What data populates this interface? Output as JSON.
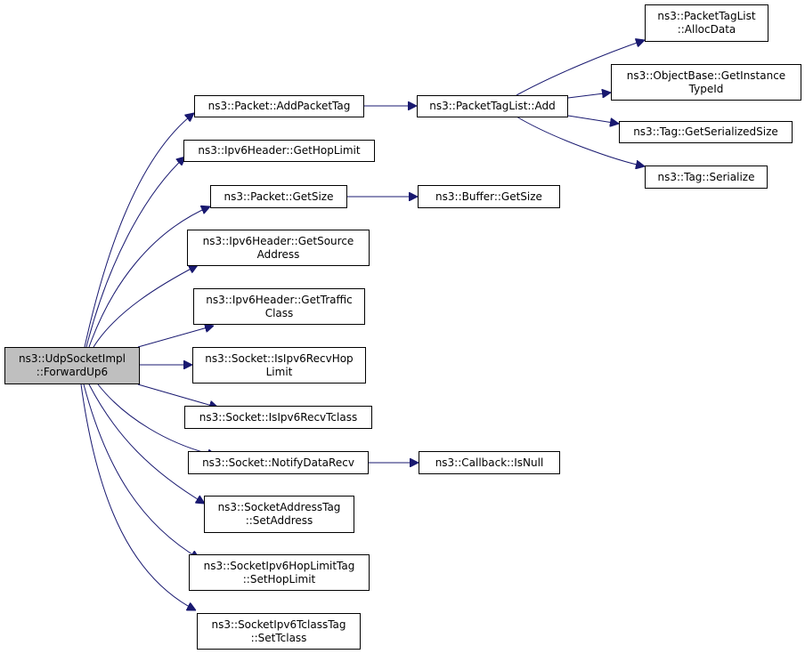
{
  "diagram": {
    "type": "call-graph",
    "edge_color": "#191970",
    "root_fill": "#bfbfbf",
    "nodes": {
      "forward_up6": {
        "line1": "ns3::UdpSocketImpl",
        "line2": "::ForwardUp6"
      },
      "add_packet_tag": {
        "line1": "ns3::Packet::AddPacketTag",
        "line2": ""
      },
      "get_hop_limit": {
        "line1": "ns3::Ipv6Header::GetHopLimit",
        "line2": ""
      },
      "packet_get_size": {
        "line1": "ns3::Packet::GetSize",
        "line2": ""
      },
      "get_source_address": {
        "line1": "ns3::Ipv6Header::GetSource",
        "line2": "Address"
      },
      "get_traffic_class": {
        "line1": "ns3::Ipv6Header::GetTraffic",
        "line2": "Class"
      },
      "is_recv_hop_limit": {
        "line1": "ns3::Socket::IsIpv6RecvHop",
        "line2": "Limit"
      },
      "is_recv_tclass": {
        "line1": "ns3::Socket::IsIpv6RecvTclass",
        "line2": ""
      },
      "notify_data_recv": {
        "line1": "ns3::Socket::NotifyDataRecv",
        "line2": ""
      },
      "set_address": {
        "line1": "ns3::SocketAddressTag",
        "line2": "::SetAddress"
      },
      "set_hop_limit": {
        "line1": "ns3::SocketIpv6HopLimitTag",
        "line2": "::SetHopLimit"
      },
      "set_tclass": {
        "line1": "ns3::SocketIpv6TclassTag",
        "line2": "::SetTclass"
      },
      "tag_list_add": {
        "line1": "ns3::PacketTagList::Add",
        "line2": ""
      },
      "buffer_get_size": {
        "line1": "ns3::Buffer::GetSize",
        "line2": ""
      },
      "callback_is_null": {
        "line1": "ns3::Callback::IsNull",
        "line2": ""
      },
      "alloc_data": {
        "line1": "ns3::PacketTagList",
        "line2": "::AllocData"
      },
      "get_instance_type_id": {
        "line1": "ns3::ObjectBase::GetInstance",
        "line2": "TypeId"
      },
      "get_serialized_size": {
        "line1": "ns3::Tag::GetSerializedSize",
        "line2": ""
      },
      "tag_serialize": {
        "line1": "ns3::Tag::Serialize",
        "line2": ""
      }
    },
    "edges": [
      [
        "forward_up6",
        "add_packet_tag"
      ],
      [
        "forward_up6",
        "get_hop_limit"
      ],
      [
        "forward_up6",
        "packet_get_size"
      ],
      [
        "forward_up6",
        "get_source_address"
      ],
      [
        "forward_up6",
        "get_traffic_class"
      ],
      [
        "forward_up6",
        "is_recv_hop_limit"
      ],
      [
        "forward_up6",
        "is_recv_tclass"
      ],
      [
        "forward_up6",
        "notify_data_recv"
      ],
      [
        "forward_up6",
        "set_address"
      ],
      [
        "forward_up6",
        "set_hop_limit"
      ],
      [
        "forward_up6",
        "set_tclass"
      ],
      [
        "add_packet_tag",
        "tag_list_add"
      ],
      [
        "packet_get_size",
        "buffer_get_size"
      ],
      [
        "notify_data_recv",
        "callback_is_null"
      ],
      [
        "tag_list_add",
        "alloc_data"
      ],
      [
        "tag_list_add",
        "get_instance_type_id"
      ],
      [
        "tag_list_add",
        "get_serialized_size"
      ],
      [
        "tag_list_add",
        "tag_serialize"
      ]
    ]
  }
}
